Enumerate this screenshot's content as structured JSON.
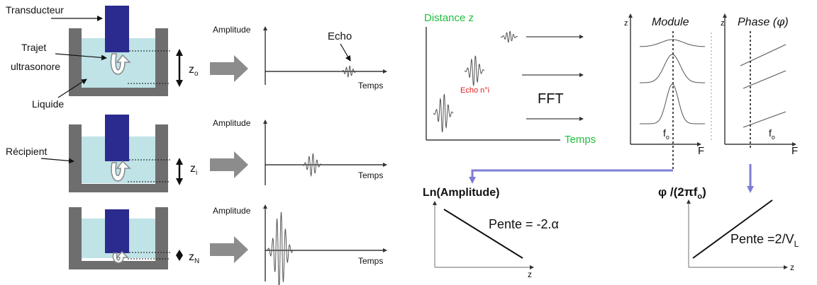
{
  "colors": {
    "liquid": "#bfe3e6",
    "container": "#6e6e6e",
    "transducer": "#2b2b8f",
    "arrow_grey": "#8c8c8c",
    "green": "#1fbf3f",
    "red": "#e02020",
    "purple": "#7d7dd6",
    "axis": "#111111",
    "wave": "#555555"
  },
  "left": {
    "transducer_label": "Transducteur",
    "path_label_1": "Trajet",
    "path_label_2": "ultrasonore",
    "liquid_label": "Liquide",
    "container_label": "Récipient",
    "distances": [
      {
        "main": "z",
        "sub": "o"
      },
      {
        "main": "z",
        "sub": "i"
      },
      {
        "main": "z",
        "sub": "N"
      }
    ]
  },
  "signals": {
    "y_label": "Amplitude",
    "x_label": "Temps",
    "echo_label": "Echo"
  },
  "fft_panel": {
    "distance_label": "Distance z",
    "time_label": "Temps",
    "echo_label": "Echo n°i",
    "fft_label": "FFT"
  },
  "spectra": {
    "module_title": "Module",
    "phase_title": "Phase (",
    "phase_symbol": "φ",
    "phase_close": ")",
    "z_label": "z",
    "f_label": "F",
    "f0_main": "f",
    "f0_sub": "o"
  },
  "results": {
    "ln_title": "Ln(Amplitude)",
    "slope_ln": "Pente = -2.α",
    "phase_ratio_main": "φ /(2πf",
    "phase_ratio_sub": "o",
    "phase_ratio_close": ")",
    "slope_phase_main": "Pente =2/V",
    "slope_phase_sub": "L",
    "z_label": "z"
  }
}
